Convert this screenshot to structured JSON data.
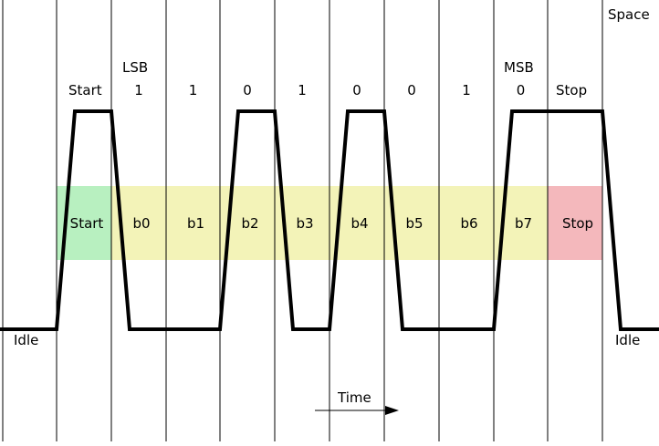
{
  "labels": {
    "space": "Space",
    "lsb": "LSB",
    "msb": "MSB",
    "idle_left": "Idle",
    "idle_right": "Idle",
    "time": "Time"
  },
  "frame": {
    "start_label": "Start",
    "stop_label": "Stop",
    "bit_values": [
      "1",
      "1",
      "0",
      "1",
      "0",
      "0",
      "1",
      "0"
    ],
    "fields": [
      {
        "label": "Start",
        "color": "#b8f0c0"
      },
      {
        "label": "b0",
        "color": "#f3f3b8"
      },
      {
        "label": "b1",
        "color": "#f3f3b8"
      },
      {
        "label": "b2",
        "color": "#f3f3b8"
      },
      {
        "label": "b3",
        "color": "#f3f3b8"
      },
      {
        "label": "b4",
        "color": "#f3f3b8"
      },
      {
        "label": "b5",
        "color": "#f3f3b8"
      },
      {
        "label": "b6",
        "color": "#f3f3b8"
      },
      {
        "label": "b7",
        "color": "#f3f3b8"
      },
      {
        "label": "Stop",
        "color": "#f4b8bc"
      }
    ]
  },
  "waveform_levels": [
    1,
    0,
    1,
    1,
    0,
    1,
    0,
    1,
    1,
    0,
    0,
    1,
    1
  ]
}
